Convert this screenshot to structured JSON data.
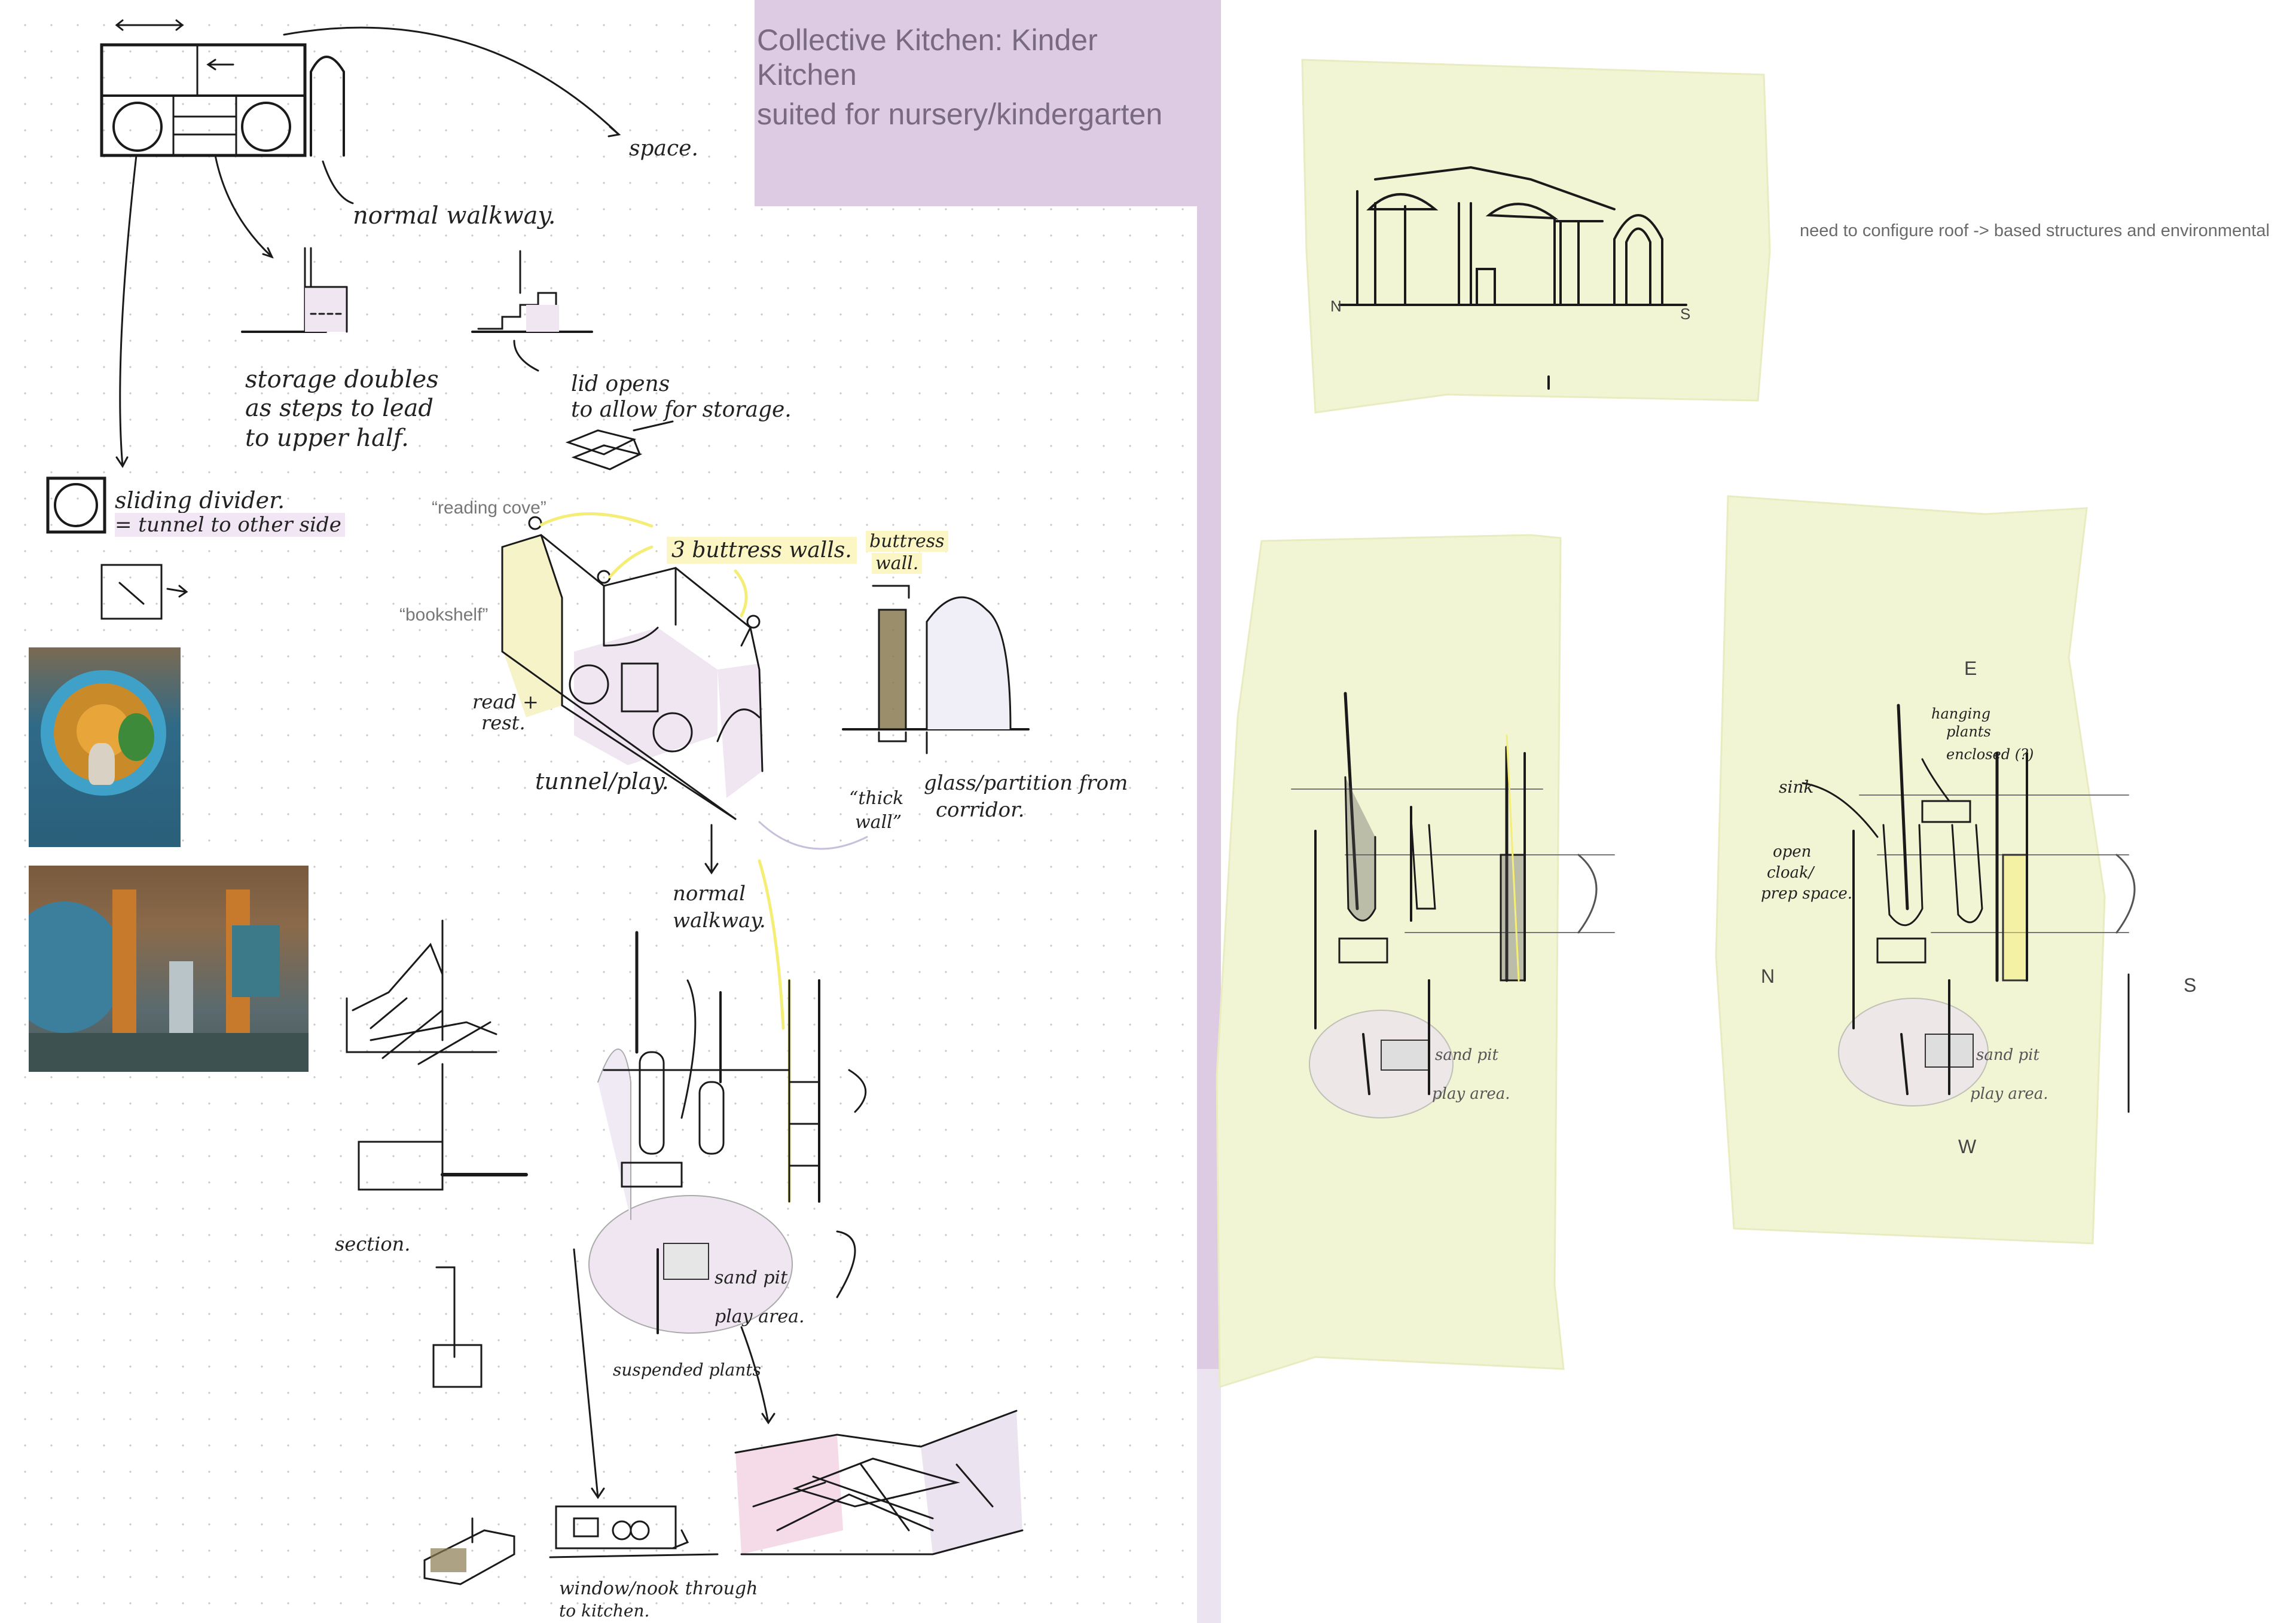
{
  "header": {
    "title": "Collective Kitchen: Kinder Kitchen",
    "subtitle": "suited for nursery/kindergarten"
  },
  "notes": {
    "space": "space.",
    "normal_walkway_top": "normal walkway.",
    "storage_1": "storage doubles",
    "storage_2": "as steps to lead",
    "storage_3": "to upper half.",
    "lid_1": "lid opens",
    "lid_2": "to allow for storage.",
    "sliding_1": "sliding divider.",
    "sliding_2": "= tunnel to other side",
    "reading_cove": "“reading cove”",
    "bookshelf": "“bookshelf”",
    "buttress_walls": "3 buttress walls.",
    "buttress_wall_1": "buttress",
    "buttress_wall_2": "wall.",
    "read_rest_1": "read +",
    "read_rest_2": "rest.",
    "tunnel_play": "tunnel/play.",
    "thick_wall_1": "“thick",
    "thick_wall_2": "wall”",
    "glass_1": "glass/partition from",
    "glass_2": "corridor.",
    "normal_walkway_mid_1": "normal",
    "normal_walkway_mid_2": "walkway.",
    "section": "section.",
    "sand_pit": "sand pit",
    "play_area": "play area.",
    "suspended_plants": "suspended plants",
    "window_nook_1": "window/nook through",
    "window_nook_2": "to kitchen.",
    "roof_note": "need to configure roof -> based structures and environmental",
    "hanging_plants_1": "hanging",
    "hanging_plants_2": "plants",
    "hanging_plants_3": "enclosed (?)",
    "sink": "sink",
    "open_cloak_1": "open",
    "open_cloak_2": "cloak/",
    "open_cloak_3": "prep space.",
    "sand_pit_r1": "sand pit",
    "play_area_r1": "play area.",
    "sand_pit_r2": "sand pit",
    "play_area_r2": "play area."
  },
  "compass": {
    "n_top": "N",
    "s_top": "S",
    "e": "E",
    "n": "N",
    "s": "S",
    "w": "W"
  },
  "colors": {
    "header_bg": "#dccbe3",
    "paper": "#f2f5d4",
    "highlight_yellow": "#f5ee76",
    "highlight_purple": "#e6d6ee"
  },
  "icons": [
    "arrow-icon",
    "chevron-icon"
  ]
}
